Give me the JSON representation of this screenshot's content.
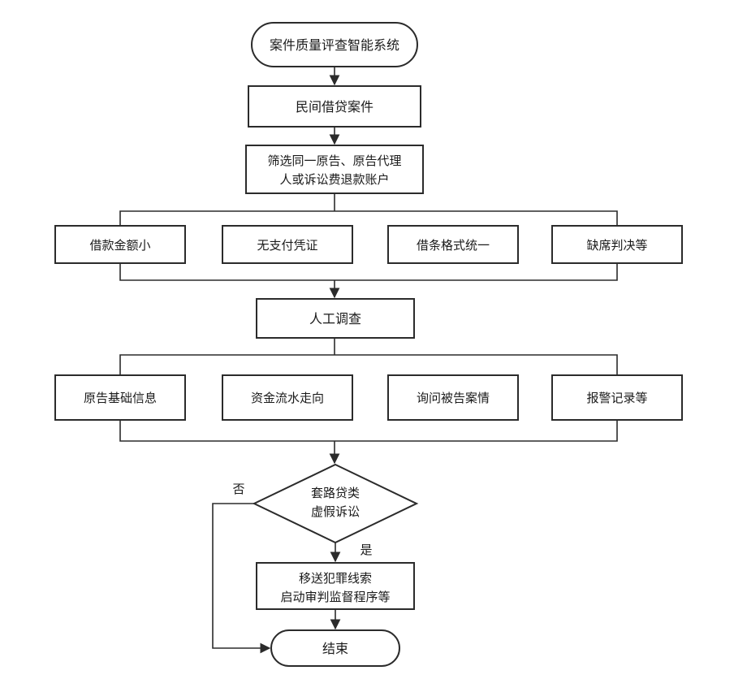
{
  "flowchart": {
    "start": "案件质量评查智能系统",
    "step_case": "民间借贷案件",
    "step_filter": [
      "筛选同一原告、原告代理",
      "人或诉讼费退款账户"
    ],
    "indicators": [
      "借款金额小",
      "无支付凭证",
      "借条格式统一",
      "缺席判决等"
    ],
    "step_manual": "人工调查",
    "investigations": [
      "原告基础信息",
      "资金流水走向",
      "询问被告案情",
      "报警记录等"
    ],
    "decision": [
      "套路贷类",
      "虚假诉讼"
    ],
    "branch_no": "否",
    "branch_yes": "是",
    "step_transfer": [
      "移送犯罪线索",
      "启动审判监督程序等"
    ],
    "end": "结束"
  }
}
